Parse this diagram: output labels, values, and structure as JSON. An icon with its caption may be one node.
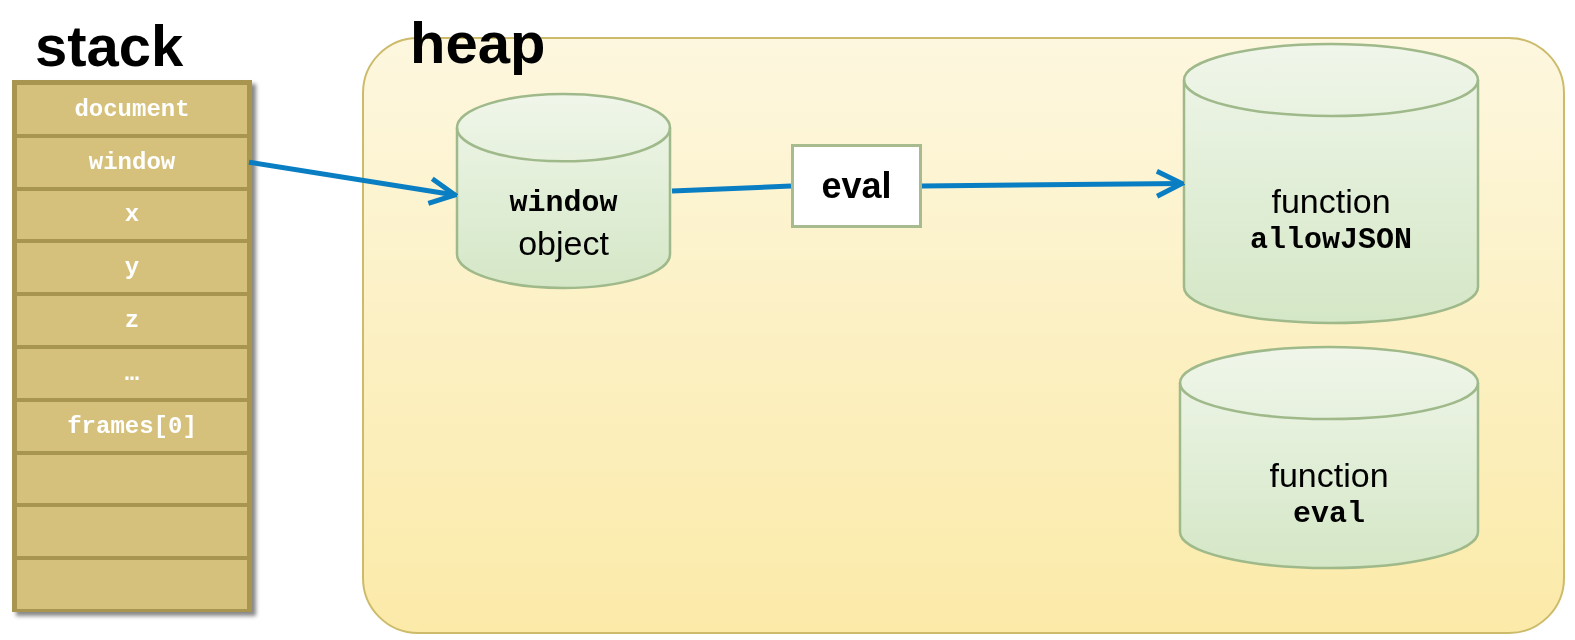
{
  "diagram": {
    "nodes": [
      {
        "text": [
          "stack"
        ]
      },
      {
        "text": [
          "document"
        ],
        "in": 0
      },
      {
        "text": [
          "window"
        ],
        "in": 0
      },
      {
        "text": [
          "x"
        ],
        "in": 0
      },
      {
        "text": [
          "y"
        ],
        "in": 0
      },
      {
        "text": [
          "z"
        ],
        "in": 0
      },
      {
        "text": [
          "…"
        ],
        "in": 0
      },
      {
        "text": [
          "frames[0]"
        ],
        "in": 0
      },
      {
        "text": [],
        "shape": "box",
        "in": 0
      },
      {
        "text": [],
        "shape": "box",
        "in": 0
      },
      {
        "text": [],
        "shape": "box",
        "in": 0
      },
      {
        "text": [
          "heap"
        ]
      },
      {
        "text": [
          "window",
          "object"
        ],
        "in": 11
      },
      {
        "text": [
          "eval"
        ],
        "in": 11
      },
      {
        "text": [
          "function",
          "allowJSON"
        ],
        "in": 11
      },
      {
        "text": [
          "function",
          "eval"
        ],
        "in": 11
      }
    ],
    "edges": [
      {
        "from": 2,
        "to": 12,
        "arrow": "to"
      },
      {
        "from": 12,
        "to": 13,
        "arrow": "none"
      },
      {
        "from": 13,
        "to": 14,
        "arrow": "to"
      }
    ]
  }
}
